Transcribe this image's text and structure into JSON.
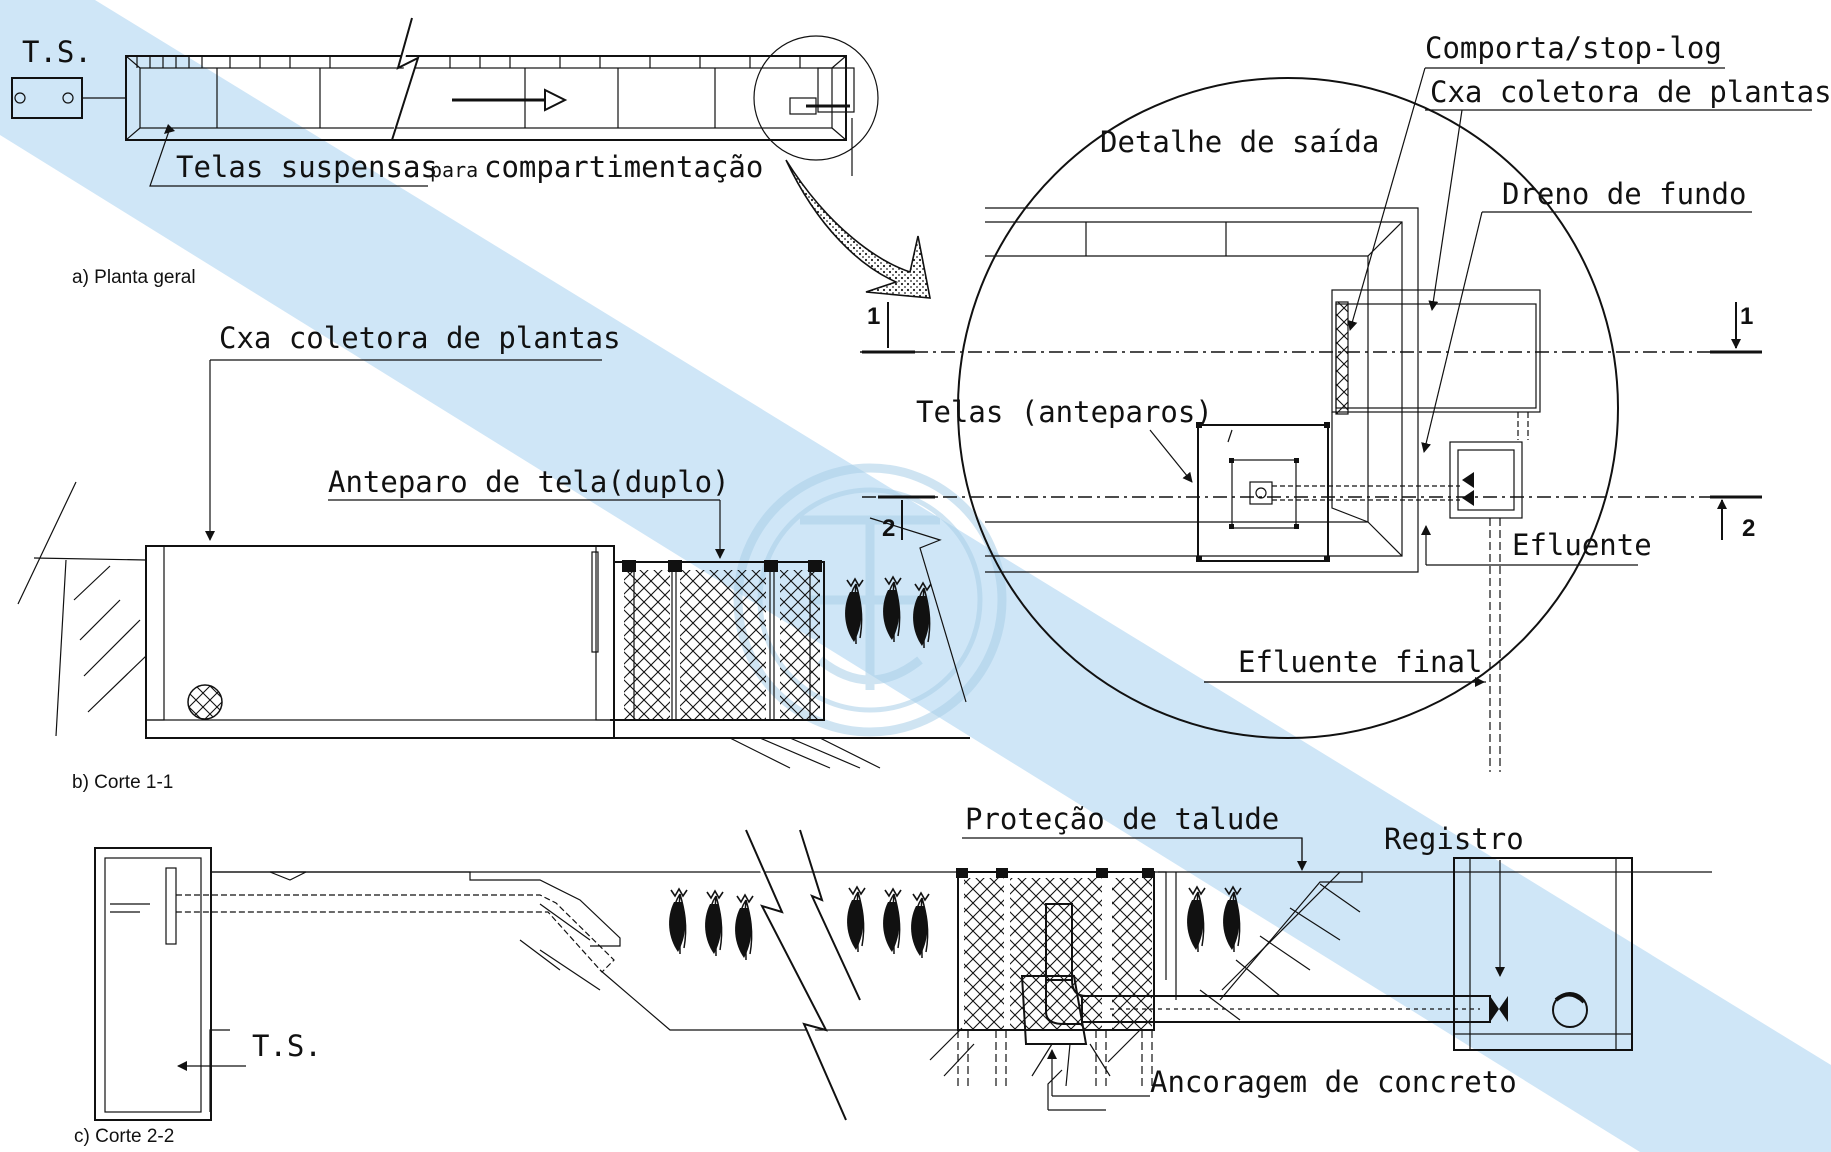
{
  "colors": {
    "band": "#cfe6f7",
    "ink": "#111111",
    "watermark": "#a9cfe8"
  },
  "icons": {
    "arrow": "arrow-icon",
    "plant": "plant-icon",
    "watermark": "watermark-logo"
  },
  "plan": {
    "ts_label": "T.S.",
    "screens_label": "Telas suspensas",
    "screens_para": "para",
    "screens_tail": "compartimentação",
    "caption": "a) Planta geral"
  },
  "detail": {
    "title": "Detalhe de saída",
    "stoplog": "Comporta/stop-log",
    "collector": "Cxa coletora de plantas",
    "drain": "Dreno de fundo",
    "screens": "Telas (anteparos)",
    "effluent": "Efluente",
    "final_effluent": "Efluente final",
    "sec1_left": "1",
    "sec1_right": "1",
    "sec2_left": "2",
    "sec2_right": "2"
  },
  "section1": {
    "collector": "Cxa coletora de plantas",
    "screen": "Anteparo de tela(duplo)",
    "caption": "b) Corte 1-1"
  },
  "section2": {
    "slope": "Proteção de talude",
    "valve": "Registro",
    "ts_label": "T.S.",
    "anchor": "Ancoragem de concreto",
    "caption": "c) Corte 2-2"
  }
}
